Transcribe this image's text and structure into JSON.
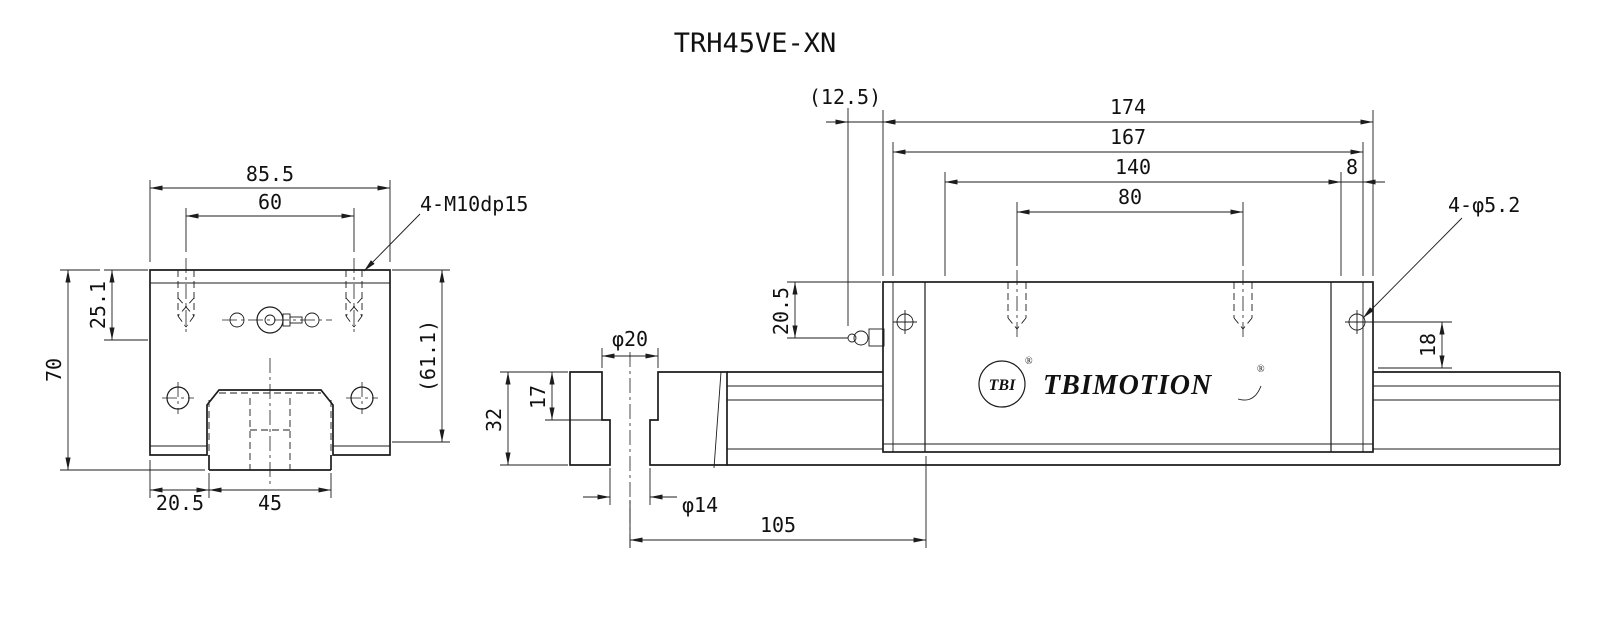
{
  "title": "TRH45VE-XN",
  "front_view": {
    "dims": {
      "width_overall": "85.5",
      "bolt_spacing": "60",
      "tap_label": "4-M10dp15",
      "height_to_center": "25.1",
      "height_overall": "70",
      "height_ref": "(61.1)",
      "edge_to_rail": "20.5",
      "rail_width": "45"
    }
  },
  "side_view": {
    "dims": {
      "nipple_ref": "(12.5)",
      "length_overall": "174",
      "length_body": "167",
      "length_mount": "140",
      "end_offset": "8",
      "hole_spacing": "80",
      "hole_label": "4-φ5.2",
      "hole_height": "18",
      "top_to_nipple": "20.5",
      "counterbore_dia": "φ20",
      "counterbore_depth": "17",
      "rail_height": "32",
      "bolt_hole_dia": "φ14",
      "hole_to_block": "105"
    },
    "logo": {
      "badge": "TBI",
      "brand": "TBIMOTION",
      "registered": "®"
    }
  },
  "colors": {
    "line": "#1c1c1c",
    "background": "#ffffff"
  }
}
